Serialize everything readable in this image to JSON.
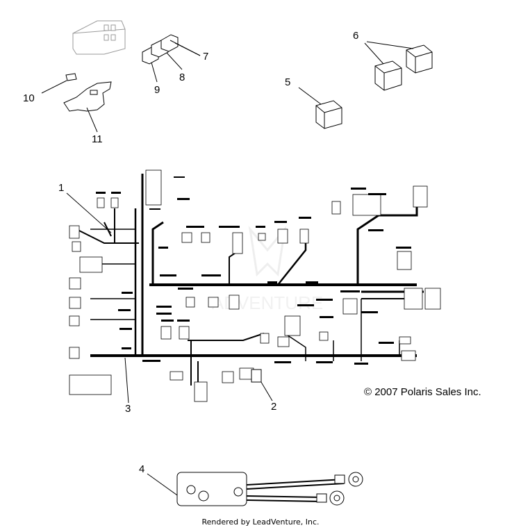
{
  "callouts": {
    "c1": "1",
    "c2": "2",
    "c3": "3",
    "c4": "4",
    "c5": "5",
    "c6": "6",
    "c7": "7",
    "c8": "8",
    "c9": "9",
    "c10": "10",
    "c11": "11"
  },
  "copyright": "© 2007 Polaris Sales Inc.",
  "footer": "Rendered by LeadVenture, Inc.",
  "watermark": "ADVENTURE",
  "colors": {
    "line": "#000000",
    "background": "#ffffff",
    "watermark": "#e6e6e6"
  }
}
